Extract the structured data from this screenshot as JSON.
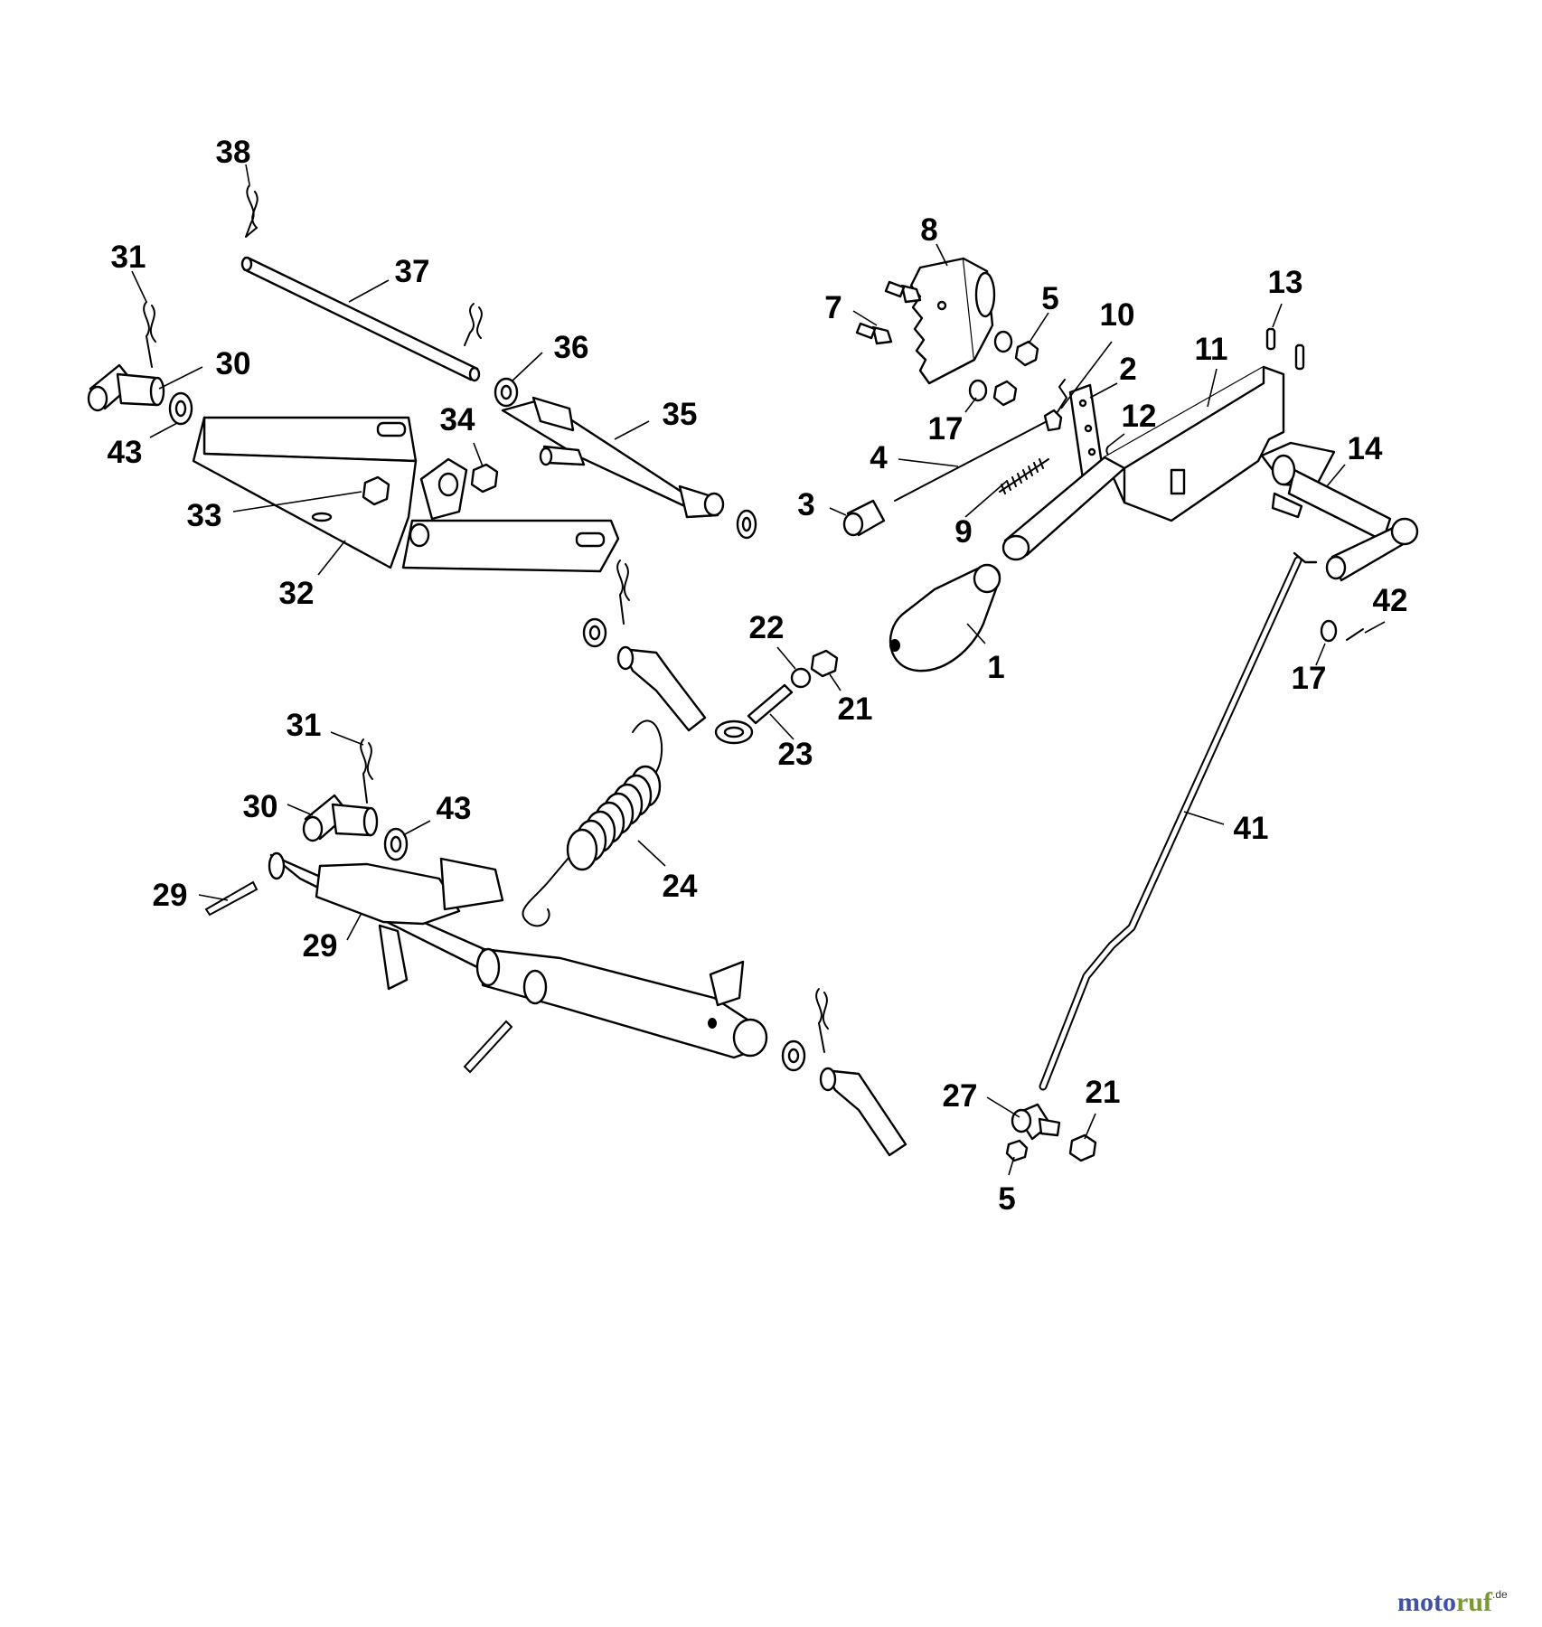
{
  "callouts": [
    "38",
    "31",
    "37",
    "30",
    "43",
    "36",
    "34",
    "35",
    "33",
    "32",
    "8",
    "7",
    "5",
    "17",
    "4",
    "3",
    "10",
    "2",
    "12",
    "9",
    "11",
    "13",
    "14",
    "1",
    "22",
    "21",
    "23",
    "42",
    "17",
    "31",
    "30",
    "43",
    "29",
    "29",
    "24",
    "41",
    "27",
    "21",
    "5"
  ],
  "brand": {
    "part1": "moto",
    "part2": "ruf",
    "suffix": ".de",
    "color1": "#3f51a4",
    "color2": "#7a9a2e"
  }
}
